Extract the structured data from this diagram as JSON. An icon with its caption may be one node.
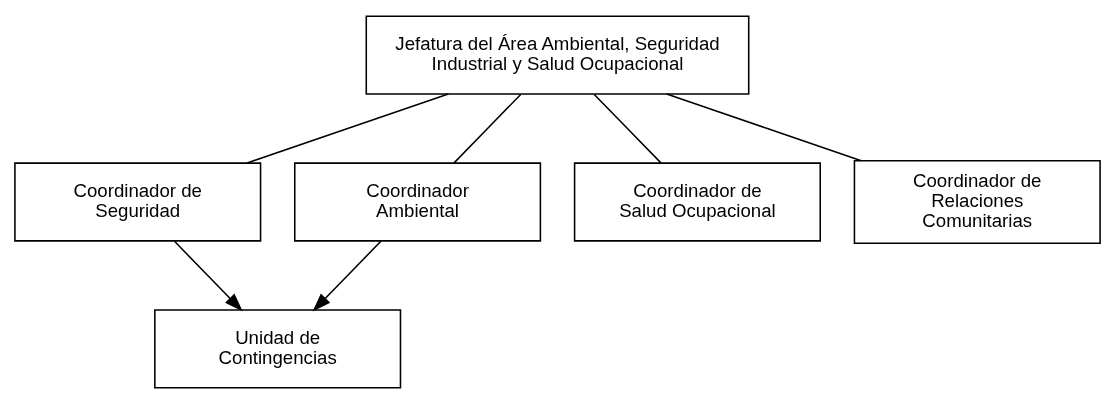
{
  "diagram": {
    "nodes": [
      {
        "text": [
          "Jefatura del Área Ambiental, Seguridad Industrial y Salud Ocupacional"
        ]
      },
      {
        "text": [
          "Coordinador de Seguridad"
        ]
      },
      {
        "text": [
          "Coordinador Ambiental"
        ]
      },
      {
        "text": [
          "Coordinador de Salud Ocupacional"
        ]
      },
      {
        "text": [
          "Coordinador de Relaciones Comunitarias"
        ]
      },
      {
        "text": [
          "Unidad de Contingencias"
        ]
      }
    ],
    "edges": [
      {
        "from": 0,
        "to": 1,
        "arrow": "none"
      },
      {
        "from": 0,
        "to": 2,
        "arrow": "none"
      },
      {
        "from": 0,
        "to": 3,
        "arrow": "none"
      },
      {
        "from": 0,
        "to": 4,
        "arrow": "none"
      },
      {
        "from": 1,
        "to": 5,
        "arrow": "to"
      },
      {
        "from": 2,
        "to": 5,
        "arrow": "to"
      }
    ]
  }
}
